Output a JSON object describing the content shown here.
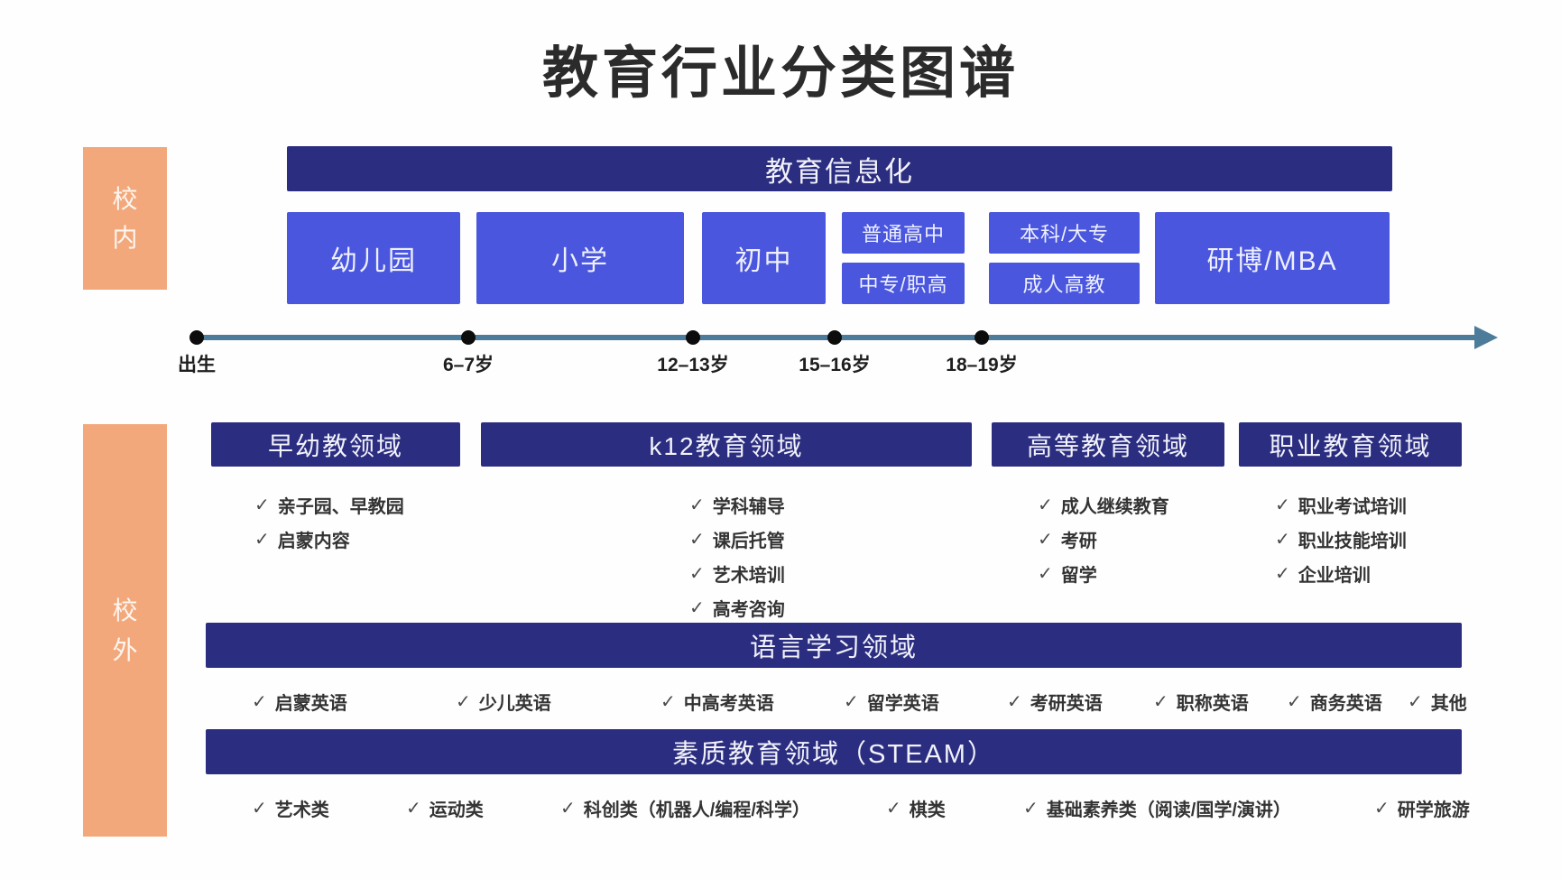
{
  "title": "教育行业分类图谱",
  "icons": {
    "check": "✓"
  },
  "colors": {
    "navy_banner": "#2b2d80",
    "stage_blue": "#4a56dd",
    "side_orange": "#f2a87b",
    "axis_blue": "#4d7c9b",
    "text_dark": "#2b2b2b"
  },
  "in_school": {
    "label": "校内",
    "banner": "教育信息化",
    "stages": [
      "幼儿园",
      "小学",
      "初中",
      "普通高中",
      "中专/职高",
      "本科/大专",
      "成人高教",
      "研博/MBA"
    ]
  },
  "timeline": {
    "milestones": [
      "出生",
      "6–7岁",
      "12–13岁",
      "15–16岁",
      "18–19岁"
    ]
  },
  "out_of_school": {
    "label": "校外",
    "fields": [
      {
        "title": "早幼教领域",
        "items": [
          "亲子园、早教园",
          "启蒙内容"
        ]
      },
      {
        "title": "k12教育领域",
        "items": [
          "学科辅导",
          "课后托管",
          "艺术培训",
          "高考咨询"
        ]
      },
      {
        "title": "高等教育领域",
        "items": [
          "成人继续教育",
          "考研",
          "留学"
        ]
      },
      {
        "title": "职业教育领域",
        "items": [
          "职业考试培训",
          "职业技能培训",
          "企业培训"
        ]
      }
    ],
    "language_field": {
      "title": "语言学习领域",
      "items": [
        "启蒙英语",
        "少儿英语",
        "中高考英语",
        "留学英语",
        "考研英语",
        "职称英语",
        "商务英语",
        "其他"
      ]
    },
    "steam_field": {
      "title": "素质教育领域（STEAM）",
      "items": [
        "艺术类",
        "运动类",
        "科创类（机器人/编程/科学）",
        "棋类",
        "基础素养类（阅读/国学/演讲）",
        "研学旅游"
      ]
    }
  }
}
